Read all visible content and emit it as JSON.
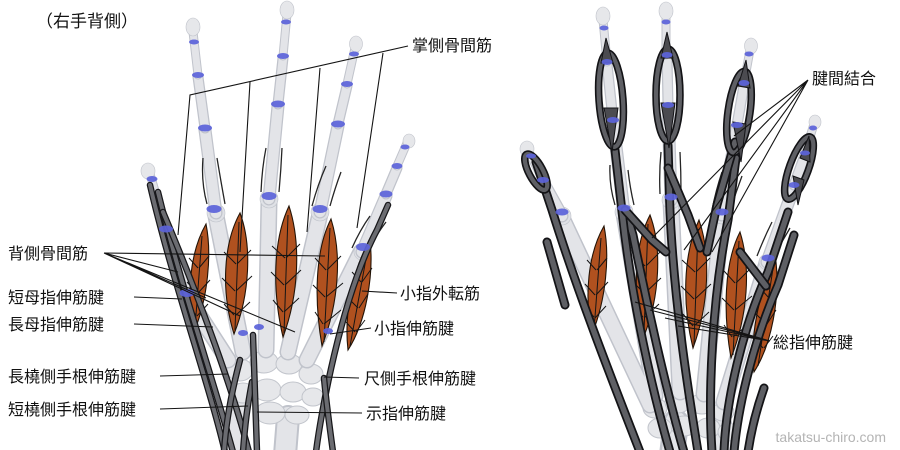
{
  "title": "（右手背側）",
  "watermark": "takatsu-chiro.com",
  "labels": {
    "palmar_interossei": "掌側骨間筋",
    "intertendinous_connection": "腱間結合",
    "dorsal_interossei": "背側骨間筋",
    "extensor_pollicis_brevis": "短母指伸筋腱",
    "extensor_pollicis_longus": "長母指伸筋腱",
    "extensor_carpi_radialis_longus": "長橈側手根伸筋腱",
    "extensor_carpi_radialis_brevis": "短橈側手根伸筋腱",
    "abductor_digiti_minimi": "小指外転筋",
    "extensor_digiti_minimi": "小指伸筋腱",
    "extensor_carpi_ulnaris": "尺側手根伸筋腱",
    "extensor_indicis": "示指伸筋腱",
    "extensor_digitorum": "総指伸筋腱"
  },
  "colors": {
    "muscle": "#b0511f",
    "bone": "#e3e4e8",
    "bone_shadow": "#c0c3cb",
    "tendon": "#5e5f64",
    "tendon_outline": "#131316",
    "joint_marker": "#5c63da",
    "leader_line": "#141414",
    "label_text": "#111111",
    "watermark": "#b4b4b4",
    "background": "#ffffff"
  }
}
